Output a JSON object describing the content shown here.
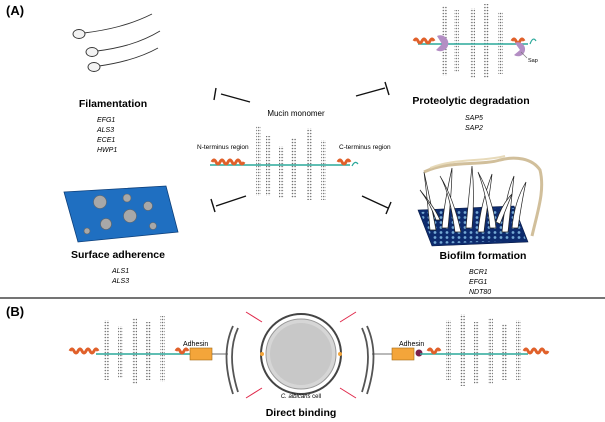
{
  "panel_a": {
    "label": "(A)",
    "center": {
      "title": "Mucin monomer",
      "n_label": "N-terminus region",
      "c_label": "C-terminus region"
    },
    "filamentation": {
      "heading": "Filamentation",
      "genes": [
        "EFG1",
        "ALS3",
        "ECE1",
        "HWP1"
      ]
    },
    "surface": {
      "heading": "Surface adherence",
      "genes": [
        "ALS1",
        "ALS3"
      ]
    },
    "proteolytic": {
      "heading": "Proteolytic degradation",
      "genes": [
        "SAP5",
        "SAP2"
      ],
      "sap_tag": "Sap"
    },
    "biofilm": {
      "heading": "Biofilm formation",
      "genes": [
        "BCR1",
        "EFG1",
        "NDT80"
      ]
    }
  },
  "panel_b": {
    "label": "(B)",
    "adhesin_left": "Adhesin",
    "adhesin_right": "Adhesin",
    "cell_label_species": "C. albicans",
    "cell_label_rest": " cell",
    "caption": "Direct binding"
  },
  "colors": {
    "terminus": "#e0602a",
    "backbone": "#2aa89a",
    "adhesin": "#f4a53a",
    "sap": "#b48ec4",
    "surface": "#1f6fc1",
    "bond": "#7a1f4b",
    "line_red": "#e0284a"
  }
}
